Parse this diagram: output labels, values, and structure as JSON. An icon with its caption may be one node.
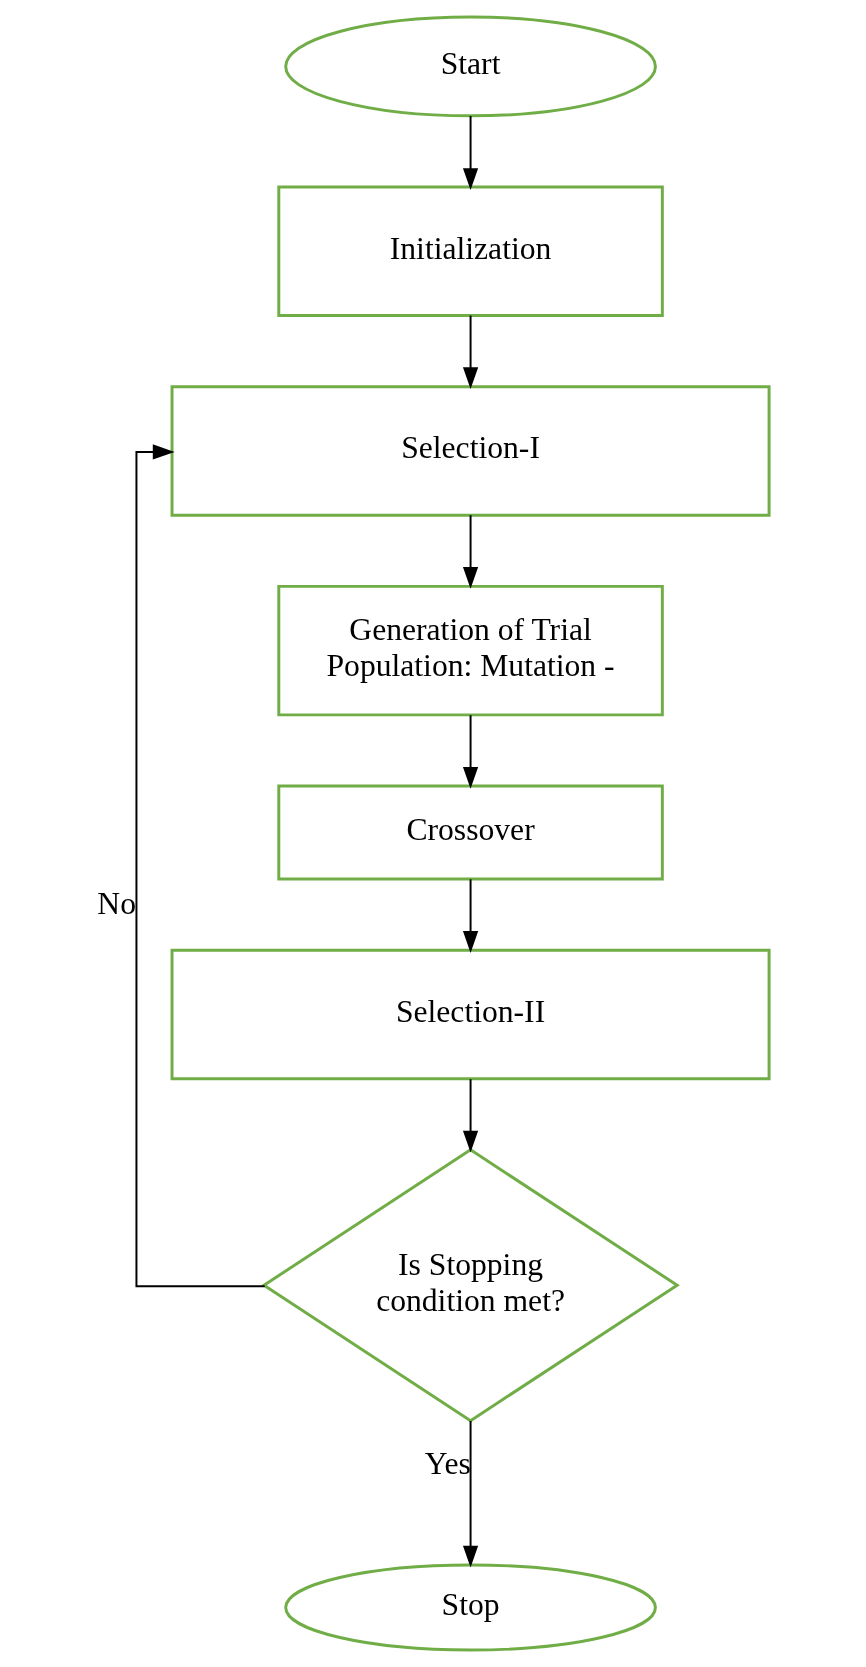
{
  "diagram": {
    "nodes": [
      {
        "text": [
          "Start"
        ]
      },
      {
        "text": [
          "Initialization"
        ]
      },
      {
        "text": [
          "Selection-I"
        ]
      },
      {
        "text": [
          "Generation of Trial Population: Mutation -"
        ]
      },
      {
        "text": [
          "Crossover"
        ]
      },
      {
        "text": [
          "Selection-II"
        ]
      },
      {
        "text": [
          "Is Stopping condition met?"
        ]
      },
      {
        "text": [
          "Stop"
        ]
      }
    ],
    "edges": [
      {
        "from": 0,
        "to": 1,
        "arrow": "to"
      },
      {
        "from": 1,
        "to": 2,
        "arrow": "to"
      },
      {
        "from": 2,
        "to": 3,
        "arrow": "to"
      },
      {
        "from": 3,
        "to": 4,
        "arrow": "to"
      },
      {
        "from": 4,
        "to": 5,
        "arrow": "to"
      },
      {
        "from": 5,
        "to": 6,
        "arrow": "to"
      },
      {
        "from": 6,
        "to": 2,
        "arrow": "to",
        "label": "No"
      },
      {
        "from": 6,
        "to": 7,
        "arrow": "to",
        "label": "Yes"
      }
    ]
  }
}
